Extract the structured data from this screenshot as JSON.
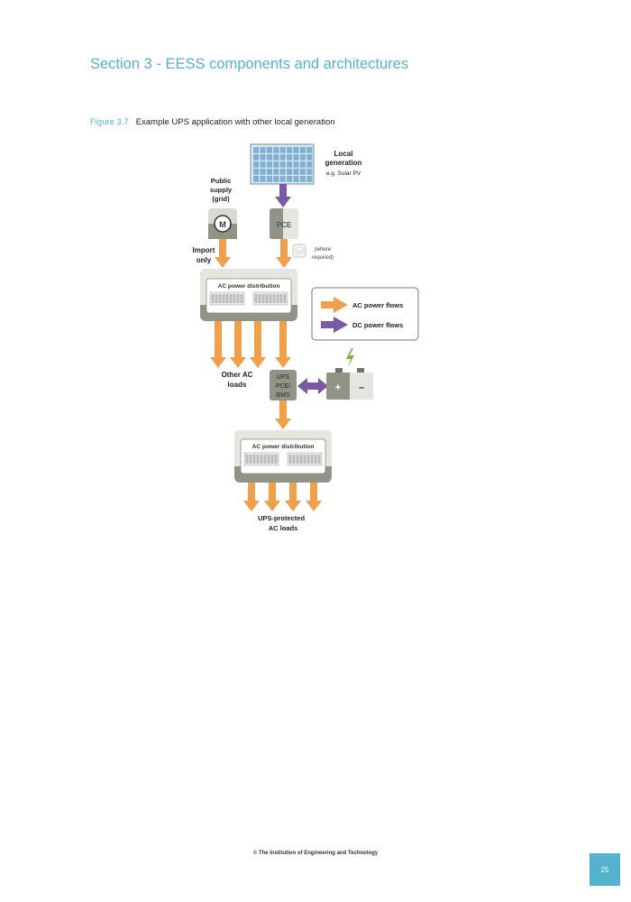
{
  "section_heading": "Section  3 -  EESS components  and  architectures",
  "figure": {
    "number": "Figure 3.7",
    "caption": "Example UPS application  with  other  local  generation"
  },
  "diagram": {
    "local_generation": {
      "line1": "Local",
      "line2": "generation",
      "line3": "e.g. Solar PV"
    },
    "public_supply": {
      "line1": "Public",
      "line2": "supply",
      "line3": "(grid)"
    },
    "meter_label": "M",
    "pce_label": "PCE",
    "import_only": {
      "line1": "Import",
      "line2": "only"
    },
    "optional_meter": {
      "icon": "M",
      "line1": "(where",
      "line2": "required)"
    },
    "ac_distribution_top": "AC power distribution",
    "ac_distribution_bottom": "AC power distribution",
    "other_ac_loads": {
      "line1": "Other AC",
      "line2": "loads"
    },
    "ups_block": {
      "line1": "UPS",
      "line2": "PCE/",
      "line3": "BMS"
    },
    "battery": {
      "plus": "+",
      "minus": "–"
    },
    "legend": {
      "ac_label": "AC power flows",
      "dc_label": "DC power flows"
    },
    "ups_protected": {
      "line1": "UPS-protected",
      "line2": "AC loads"
    },
    "colors": {
      "ac_flow": "#f0a04b",
      "dc_flow": "#7a5aa8",
      "box_grey": "#8f9486",
      "accent": "#55b2cf"
    }
  },
  "footer": "©  The  Institution    of  Engineering    and  Technology",
  "page_number": "25"
}
